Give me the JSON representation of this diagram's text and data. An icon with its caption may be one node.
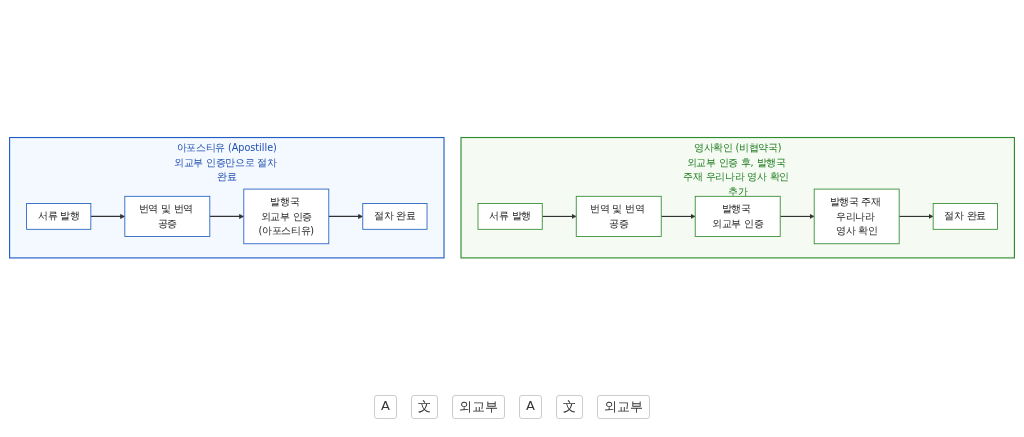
{
  "diagram": {
    "nodes": [
      {
        "text": [
          "아포스티유 (Apostille)",
          "외교부 인증만으로 절차 완료"
        ]
      },
      {
        "text": [
          "서류 발행"
        ],
        "in": 0
      },
      {
        "text": [
          "번역 및 번역 공증"
        ],
        "in": 0
      },
      {
        "text": [
          "발행국 외교부 인증",
          "(아포스티유)"
        ],
        "in": 0
      },
      {
        "text": [
          "절차 완료"
        ],
        "in": 0
      },
      {
        "text": [
          "영사확인 (비협약국)",
          "외교부 인증 후, 발행국 주재 우리나라 영사 확인 추가"
        ]
      },
      {
        "text": [
          "서류 발행"
        ],
        "in": 5
      },
      {
        "text": [
          "번역 및 번역 공증"
        ],
        "in": 5
      },
      {
        "text": [
          "발행국 외교부 인증"
        ],
        "in": 5
      },
      {
        "text": [
          "발행국 주재 우리나라 영사 확인"
        ],
        "in": 5
      },
      {
        "text": [
          "절차 완료"
        ],
        "in": 5
      }
    ],
    "edges": [
      {
        "from": 1,
        "to": 2,
        "arrow": "to"
      },
      {
        "from": 2,
        "to": 3,
        "arrow": "to"
      },
      {
        "from": 3,
        "to": 4,
        "arrow": "to"
      },
      {
        "from": 6,
        "to": 7,
        "arrow": "to"
      },
      {
        "from": 7,
        "to": 8,
        "arrow": "to"
      },
      {
        "from": 8,
        "to": 9,
        "arrow": "to"
      },
      {
        "from": 9,
        "to": 10,
        "arrow": "to"
      }
    ],
    "labels": [
      "A",
      "文",
      "외교부",
      "A",
      "文",
      "외교부"
    ]
  }
}
